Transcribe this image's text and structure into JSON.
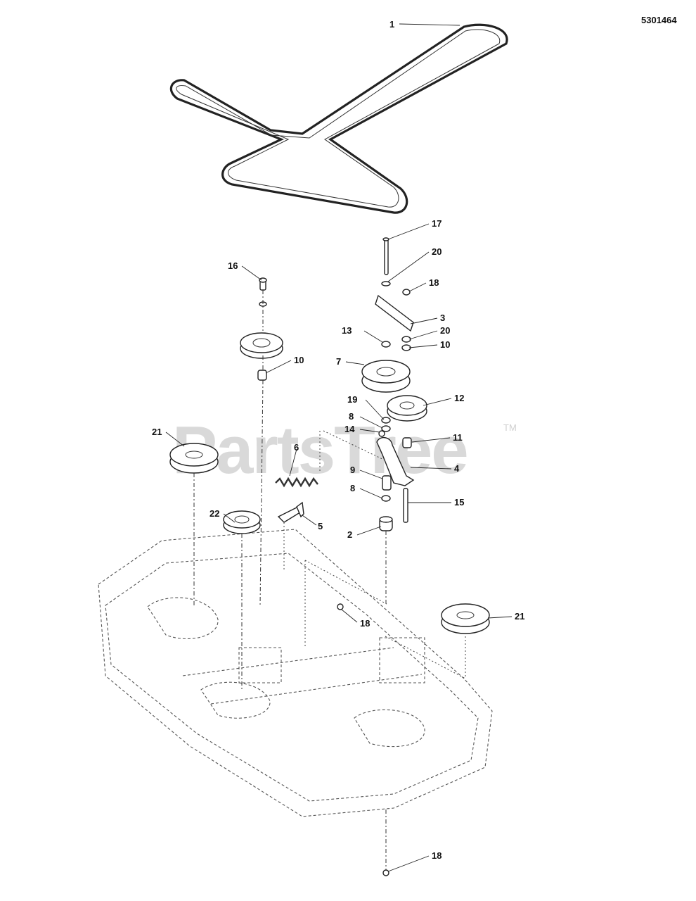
{
  "document_id": "5301464",
  "watermark": {
    "brand": "PartsTree",
    "tm": "TM"
  },
  "callouts": [
    "1",
    "17",
    "20",
    "18",
    "16",
    "3",
    "20",
    "13",
    "10",
    "10",
    "7",
    "12",
    "19",
    "8",
    "14",
    "11",
    "21",
    "6",
    "4",
    "9",
    "8",
    "15",
    "22",
    "5",
    "2",
    "18",
    "21",
    "18"
  ]
}
